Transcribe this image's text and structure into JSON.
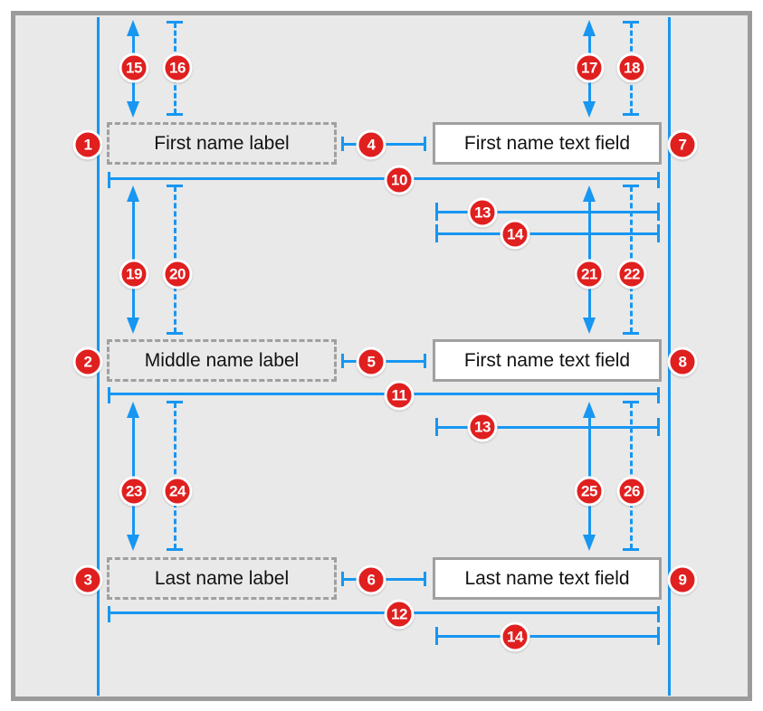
{
  "colors": {
    "accent_blue": "#1796F2",
    "badge_red": "#E01F1F",
    "badge_ring": "#FFFFFF",
    "canvas_bg": "#E8E9E8",
    "frame_border": "#9B9B9B",
    "box_border": "#A0A0A0",
    "field_bg": "#FFFFFF",
    "label_text": "#111111",
    "badge_text": "#FFFFFF"
  },
  "rows": [
    {
      "label": "First name label",
      "field": "First name text field",
      "badges": {
        "label": "1",
        "gap": "4",
        "field": "7",
        "width": "10"
      }
    },
    {
      "label": "Middle name label",
      "field": "First name text field",
      "badges": {
        "label": "2",
        "gap": "5",
        "field": "8",
        "width": "11"
      }
    },
    {
      "label": "Last name label",
      "field": "Last name text field",
      "badges": {
        "label": "3",
        "gap": "6",
        "field": "9",
        "width": "12"
      }
    }
  ],
  "field_width_measures": [
    {
      "badge": "13"
    },
    {
      "badge": "14"
    },
    {
      "badge": "13"
    },
    {
      "badge": "14"
    }
  ],
  "vertical_measures": [
    {
      "solid": "15",
      "dashed": "16"
    },
    {
      "solid": "17",
      "dashed": "18"
    },
    {
      "solid": "19",
      "dashed": "20"
    },
    {
      "solid": "21",
      "dashed": "22"
    },
    {
      "solid": "23",
      "dashed": "24"
    },
    {
      "solid": "25",
      "dashed": "26"
    }
  ]
}
